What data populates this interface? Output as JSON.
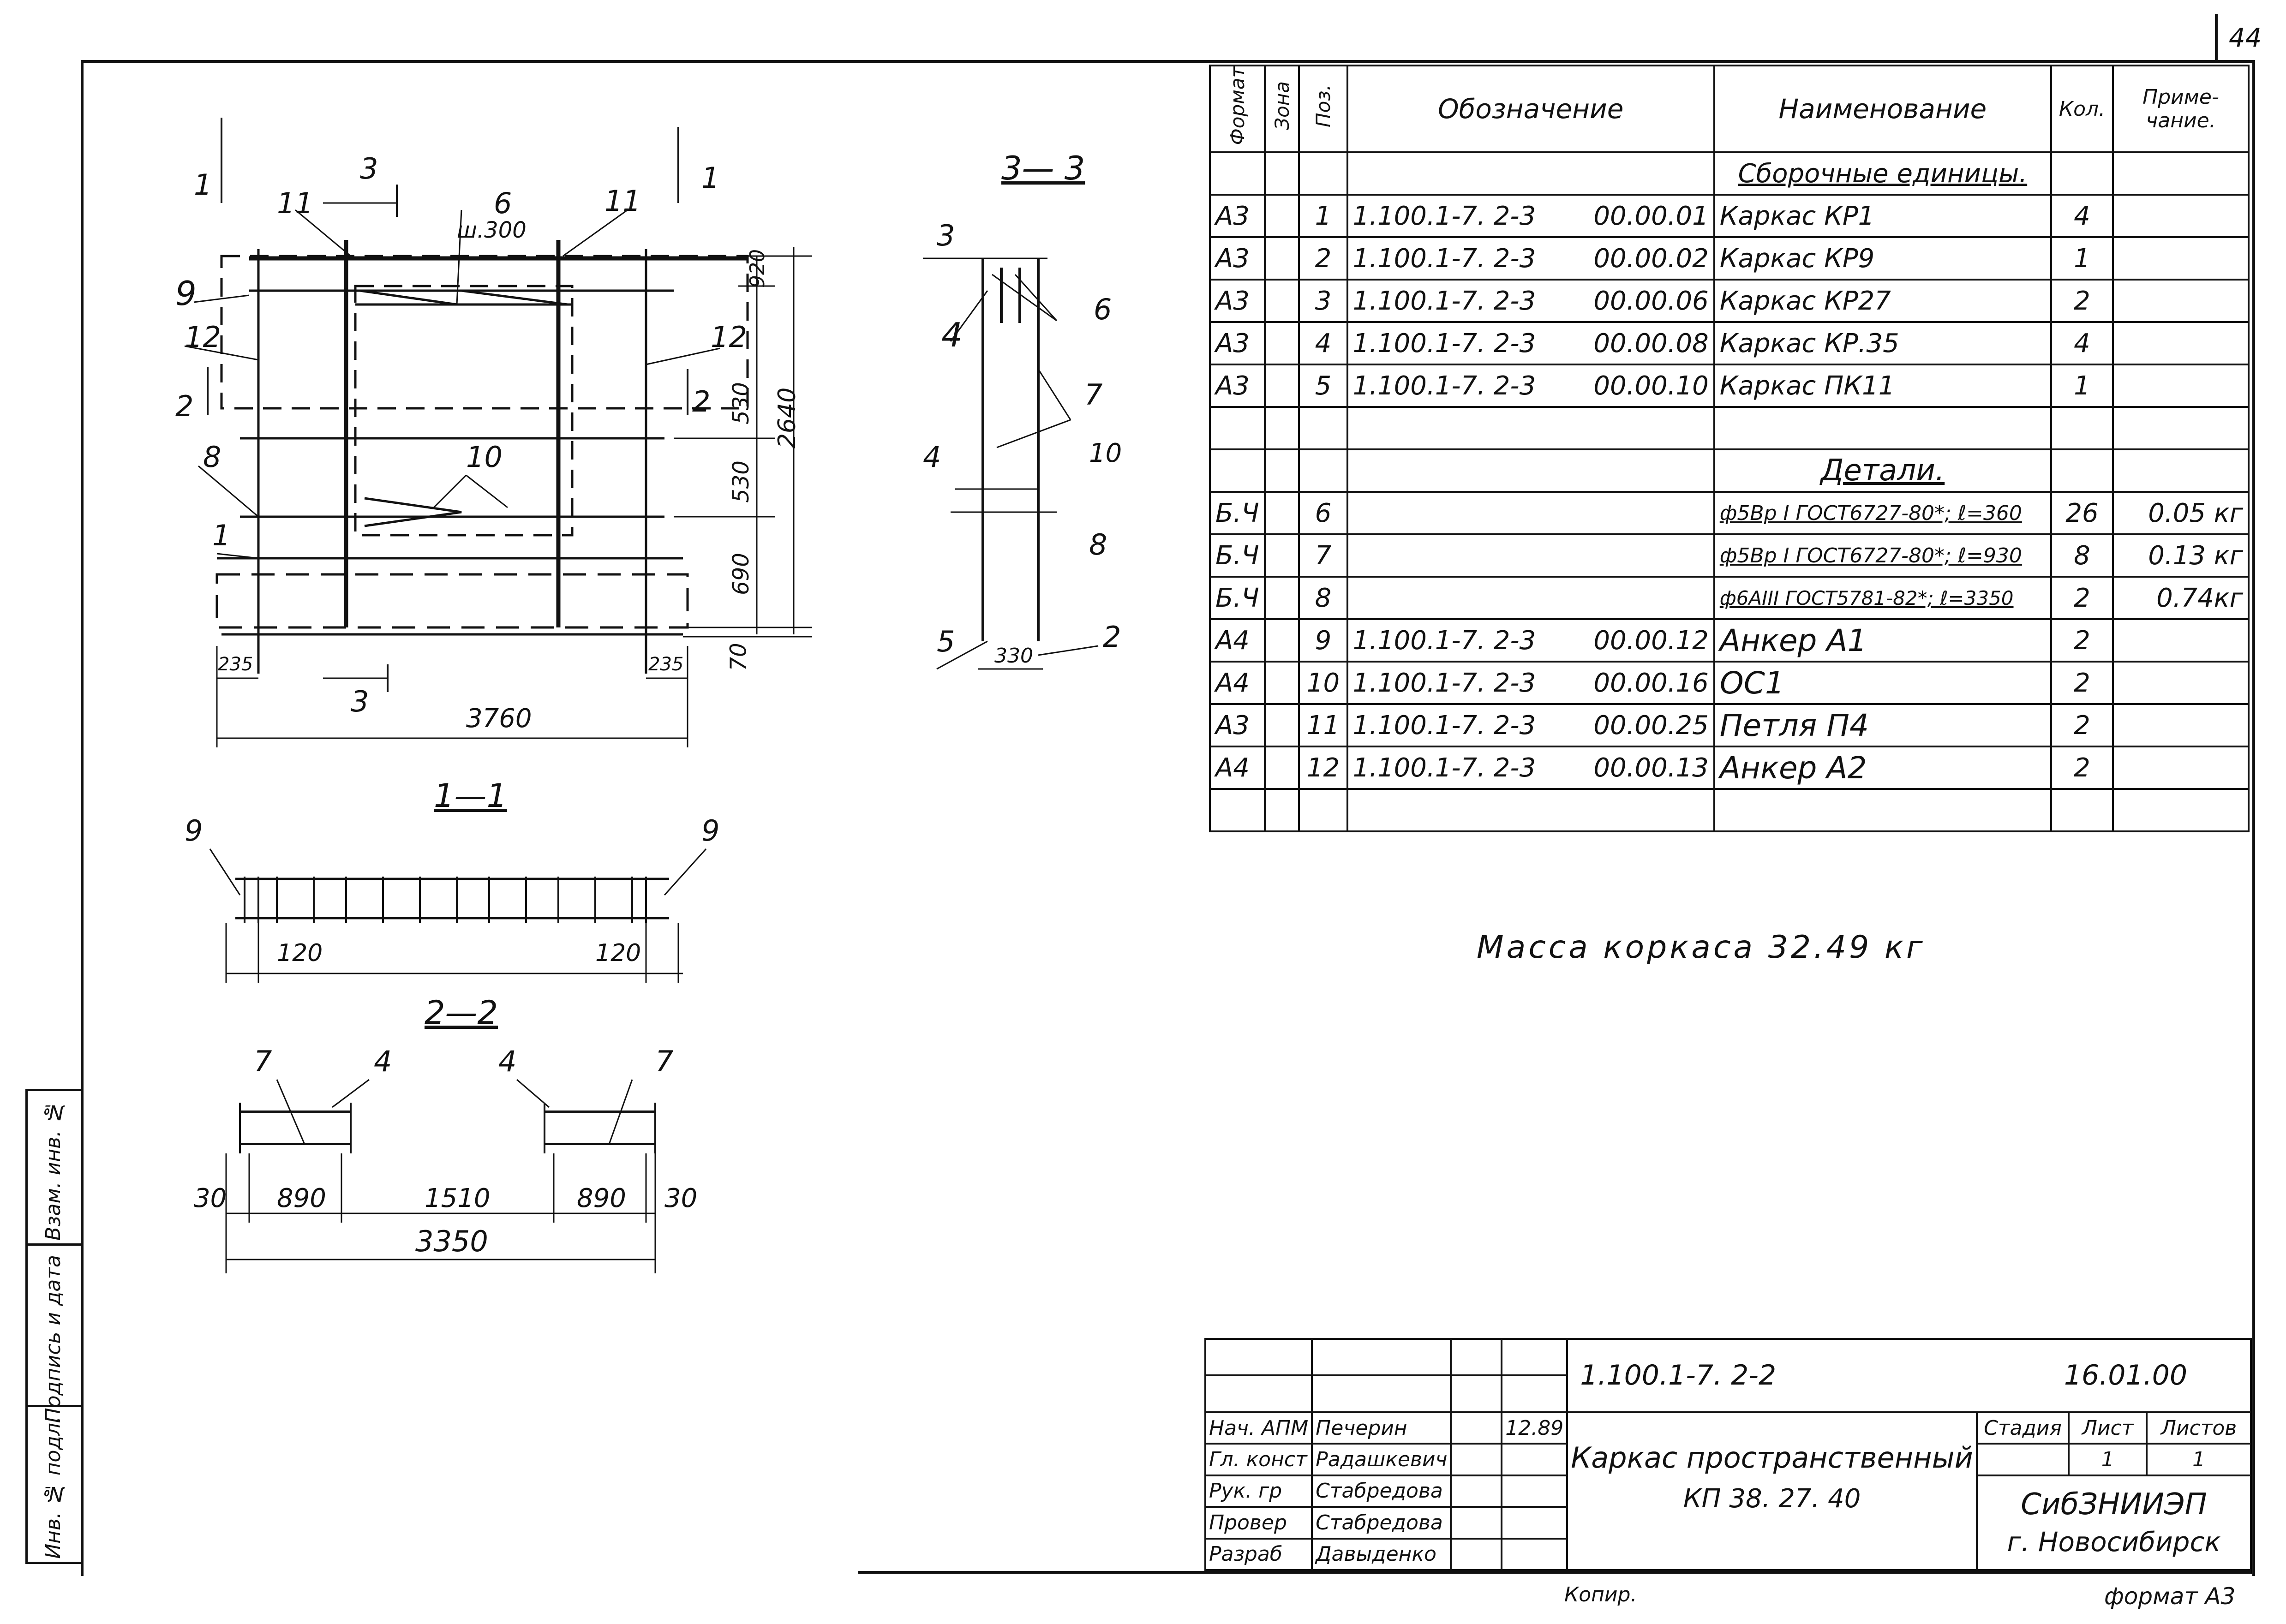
{
  "sheet_number": "44",
  "mass_line": "Масса   коркаса 32.49 кг",
  "headers": {
    "format": "Формат",
    "zone": "Зона",
    "pos": "Поз.",
    "designation": "Обозначение",
    "name": "Наименование",
    "qty": "Кол.",
    "note": "Приме-чание."
  },
  "section_assemblies": "Сборочные   единицы.",
  "section_details": "Детали.",
  "rows_assemblies": [
    {
      "format": "А3",
      "pos": "1",
      "designation": "1.100.1-7. 2-3",
      "code": "00.00.01",
      "name": "Каркас   КР1",
      "qty": "4",
      "note": ""
    },
    {
      "format": "А3",
      "pos": "2",
      "designation": "1.100.1-7. 2-3",
      "code": "00.00.02",
      "name": "Каркас   КР9",
      "qty": "1",
      "note": ""
    },
    {
      "format": "А3",
      "pos": "3",
      "designation": "1.100.1-7. 2-3",
      "code": "00.00.06",
      "name": "Каркас   КР27",
      "qty": "2",
      "note": ""
    },
    {
      "format": "А3",
      "pos": "4",
      "designation": "1.100.1-7. 2-3",
      "code": "00.00.08",
      "name": "Каркас   КР.35",
      "qty": "4",
      "note": ""
    },
    {
      "format": "А3",
      "pos": "5",
      "designation": "1.100.1-7. 2-3",
      "code": "00.00.10",
      "name": "Каркас   ПК11",
      "qty": "1",
      "note": ""
    }
  ],
  "rows_details": [
    {
      "format": "Б.Ч",
      "pos": "6",
      "designation": "",
      "code": "",
      "name": "ф5Вр I ГОСТ6727-80*; ℓ=360",
      "qty": "26",
      "note": "0.05 кг"
    },
    {
      "format": "Б.Ч",
      "pos": "7",
      "designation": "",
      "code": "",
      "name": "ф5Вр I ГОСТ6727-80*; ℓ=930",
      "qty": "8",
      "note": "0.13 кг"
    },
    {
      "format": "Б.Ч",
      "pos": "8",
      "designation": "",
      "code": "",
      "name": "ф6АIII ГОСТ5781-82*; ℓ=3350",
      "qty": "2",
      "note": "0.74кг"
    },
    {
      "format": "А4",
      "pos": "9",
      "designation": "1.100.1-7. 2-3",
      "code": "00.00.12",
      "name": "Анкер А1",
      "qty": "2",
      "note": ""
    },
    {
      "format": "А4",
      "pos": "10",
      "designation": "1.100.1-7. 2-3",
      "code": "00.00.16",
      "name": "ОС1",
      "qty": "2",
      "note": ""
    },
    {
      "format": "А3",
      "pos": "11",
      "designation": "1.100.1-7. 2-3",
      "code": "00.00.25",
      "name": "Петля   П4",
      "qty": "2",
      "note": ""
    },
    {
      "format": "А4",
      "pos": "12",
      "designation": "1.100.1-7. 2-3",
      "code": "00.00.13",
      "name": "Анкер   А2",
      "qty": "2",
      "note": ""
    }
  ],
  "title_block": {
    "doc_code": "1.100.1-7. 2-2",
    "date": "16.01.00",
    "title_line1": "Каркас пространственный",
    "title_line2": "КП 38. 27. 40",
    "stage_label": "Стадия",
    "sheet_label": "Лист",
    "sheets_label": "Листов",
    "stage": "",
    "sheet": "1",
    "sheets": "1",
    "org_line1": "СибЗНИИЭП",
    "org_line2": "г. Новосибирск",
    "signatures": [
      {
        "role": "Нач. АПМ",
        "name": "Печерин",
        "date": "12.89"
      },
      {
        "role": "Гл. конст",
        "name": "Радашкевич",
        "date": ""
      },
      {
        "role": "Рук. гр",
        "name": "Стабредова",
        "date": ""
      },
      {
        "role": "Провер",
        "name": "Стабредова",
        "date": ""
      },
      {
        "role": "Разраб",
        "name": "Давыденко",
        "date": ""
      }
    ]
  },
  "copy_label": "Копир.",
  "format_label": "формат А3",
  "side_strip": [
    "Инв. № подл.",
    "Подпись и дата",
    "Взам. инв. №"
  ],
  "drawing_labels": {
    "section_1_1": "1—1",
    "section_2_2": "2—2",
    "section_3_3": "3— 3",
    "shag": "ш.300",
    "dims_main": [
      "920",
      "530",
      "530",
      "690",
      "70",
      "2640",
      "235",
      "235",
      "3760",
      "120",
      "120"
    ],
    "dims_22": [
      "30",
      "890",
      "1510",
      "890",
      "30",
      "3350"
    ],
    "dim_33": "330",
    "positions": [
      "1",
      "2",
      "3",
      "4",
      "5",
      "6",
      "7",
      "8",
      "9",
      "10",
      "11",
      "12"
    ]
  }
}
